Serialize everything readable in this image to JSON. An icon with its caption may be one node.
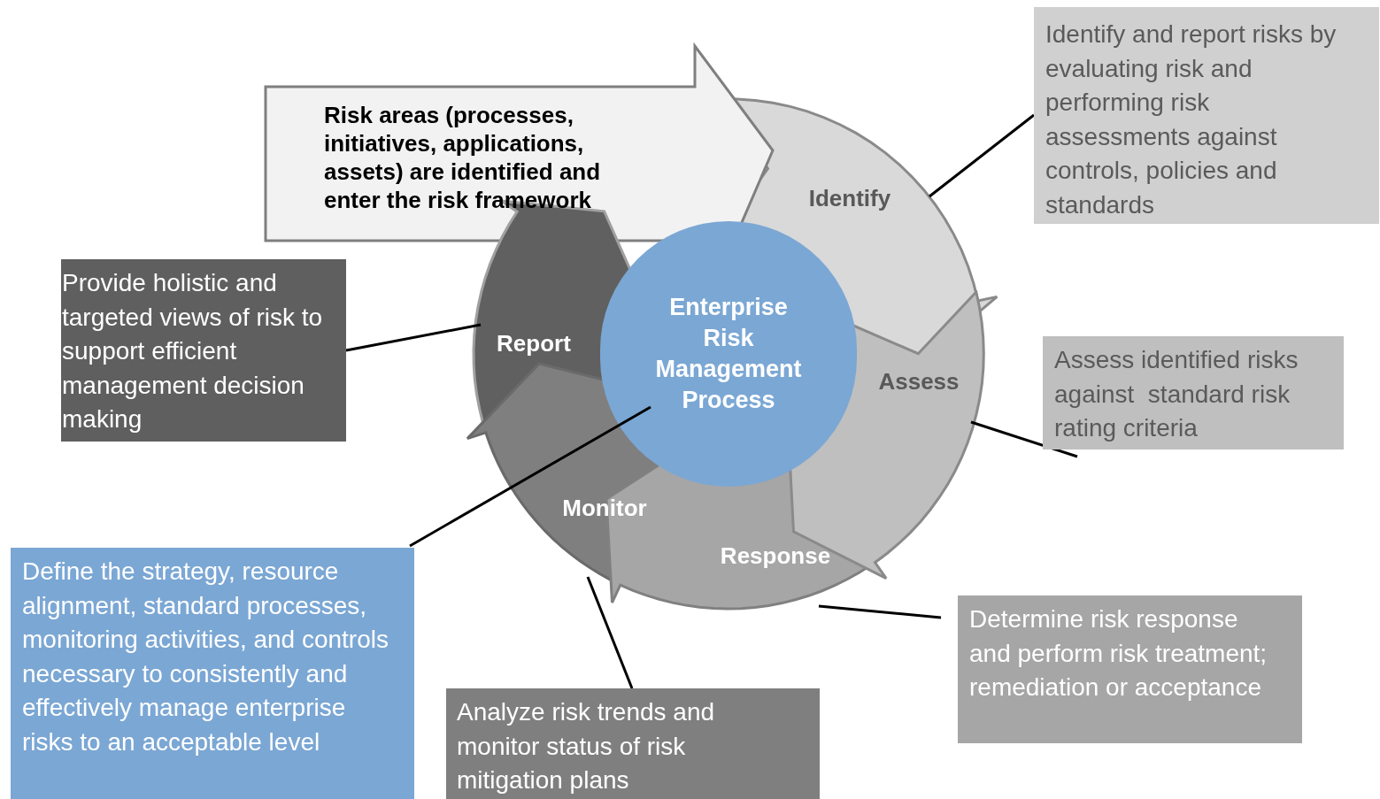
{
  "diagram": {
    "nodes": [
      {
        "text": [
          "Risk areas (processes, initiatives, applications, assets) are identified and enter the risk framework"
        ]
      },
      {
        "text": [
          "Identify"
        ]
      },
      {
        "text": [
          "Assess"
        ]
      },
      {
        "text": [
          "Response"
        ]
      },
      {
        "text": [
          "Monitor"
        ]
      },
      {
        "text": [
          "Report"
        ]
      },
      {
        "text": [
          "Enterprise Risk Management Process"
        ]
      },
      {
        "text": [
          "Identify and report risks by evaluating risk and performing risk assessments against controls, policies and standards"
        ]
      },
      {
        "text": [
          "Provide holistic and targeted views of risk to support efficient management decision making"
        ]
      },
      {
        "text": [
          "Assess identified risks against  standard risk rating criteria"
        ]
      },
      {
        "text": [
          "Determine risk response and perform risk treatment; remediation or acceptance"
        ]
      },
      {
        "text": [
          "Analyze risk trends and monitor status of risk mitigation plans"
        ]
      },
      {
        "text": [
          "Define the strategy, resource alignment, standard processes, monitoring activities, and controls necessary to consistently and effectively manage enterprise risks to an acceptable level"
        ]
      }
    ],
    "edges": [
      {
        "from": 7,
        "to": 1,
        "arrow": "none"
      },
      {
        "from": 8,
        "to": 5,
        "arrow": "none"
      },
      {
        "from": 9,
        "to": 2,
        "arrow": "none"
      },
      {
        "from": 10,
        "to": 3,
        "arrow": "none"
      },
      {
        "from": 11,
        "to": 4,
        "arrow": "none"
      },
      {
        "from": 12,
        "to": 6,
        "arrow": "none"
      }
    ]
  }
}
